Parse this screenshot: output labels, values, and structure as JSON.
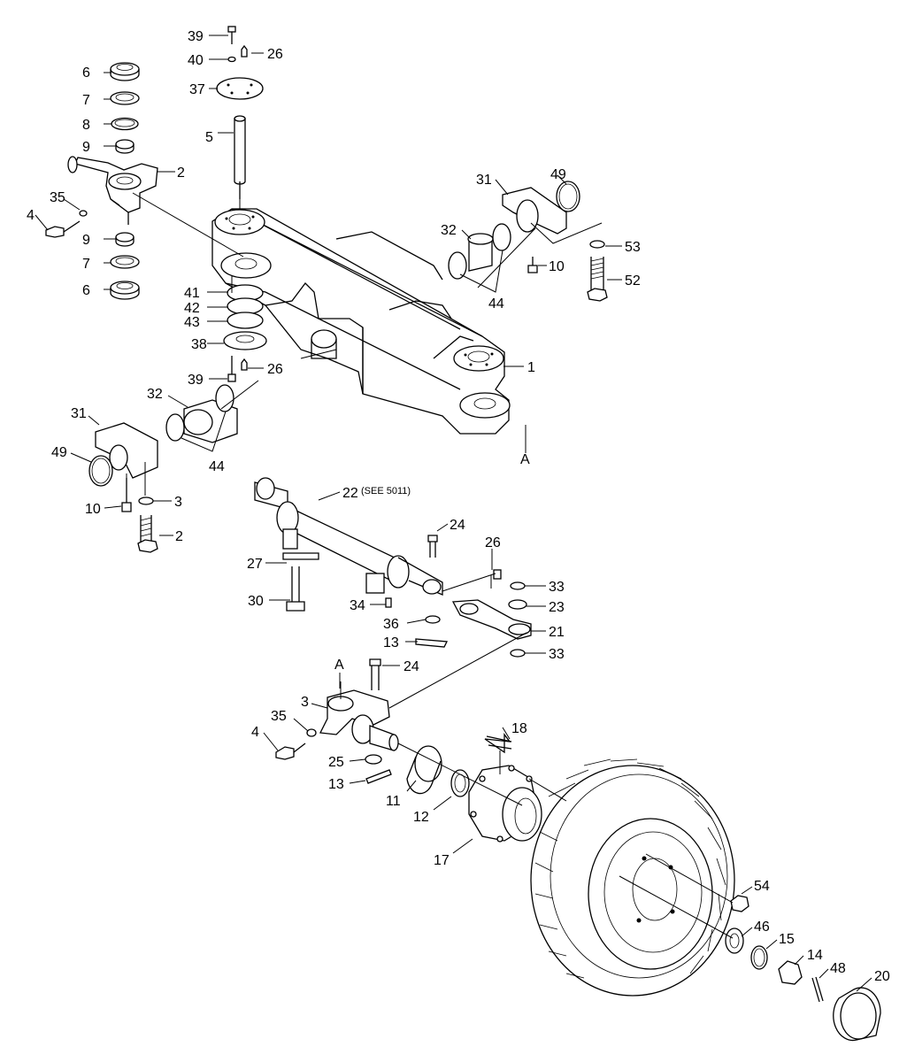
{
  "labels": [
    {
      "id": "l39a",
      "text": "39"
    },
    {
      "id": "l40",
      "text": "40"
    },
    {
      "id": "l26a",
      "text": "26"
    },
    {
      "id": "l37",
      "text": "37"
    },
    {
      "id": "l5",
      "text": "5"
    },
    {
      "id": "l6a",
      "text": "6"
    },
    {
      "id": "l7a",
      "text": "7"
    },
    {
      "id": "l8",
      "text": "8"
    },
    {
      "id": "l9a",
      "text": "9"
    },
    {
      "id": "l2a",
      "text": "2"
    },
    {
      "id": "l35a",
      "text": "35"
    },
    {
      "id": "l4a",
      "text": "4"
    },
    {
      "id": "l9b",
      "text": "9"
    },
    {
      "id": "l7b",
      "text": "7"
    },
    {
      "id": "l6b",
      "text": "6"
    },
    {
      "id": "l31a",
      "text": "31"
    },
    {
      "id": "l49a",
      "text": "49"
    },
    {
      "id": "l32a",
      "text": "32"
    },
    {
      "id": "l53",
      "text": "53"
    },
    {
      "id": "l10a",
      "text": "10"
    },
    {
      "id": "l52",
      "text": "52"
    },
    {
      "id": "l44a",
      "text": "44"
    },
    {
      "id": "l41",
      "text": "41"
    },
    {
      "id": "l42",
      "text": "42"
    },
    {
      "id": "l43",
      "text": "43"
    },
    {
      "id": "l38",
      "text": "38"
    },
    {
      "id": "l39b",
      "text": "39"
    },
    {
      "id": "l26b",
      "text": "26"
    },
    {
      "id": "l1",
      "text": "1"
    },
    {
      "id": "lA1",
      "text": "A"
    },
    {
      "id": "l32b",
      "text": "32"
    },
    {
      "id": "l31b",
      "text": "31"
    },
    {
      "id": "l49b",
      "text": "49"
    },
    {
      "id": "l44b",
      "text": "44"
    },
    {
      "id": "l10b",
      "text": "10"
    },
    {
      "id": "l3a",
      "text": "3"
    },
    {
      "id": "l2b",
      "text": "2"
    },
    {
      "id": "l22",
      "text": "22"
    },
    {
      "id": "l24a",
      "text": "24"
    },
    {
      "id": "l26c",
      "text": "26"
    },
    {
      "id": "l27",
      "text": "27"
    },
    {
      "id": "l33a",
      "text": "33"
    },
    {
      "id": "l23",
      "text": "23"
    },
    {
      "id": "l30",
      "text": "30"
    },
    {
      "id": "l34",
      "text": "34"
    },
    {
      "id": "l36",
      "text": "36"
    },
    {
      "id": "l21",
      "text": "21"
    },
    {
      "id": "l13a",
      "text": "13"
    },
    {
      "id": "l33b",
      "text": "33"
    },
    {
      "id": "lA2",
      "text": "A"
    },
    {
      "id": "l24b",
      "text": "24"
    },
    {
      "id": "l3b",
      "text": "3"
    },
    {
      "id": "l35b",
      "text": "35"
    },
    {
      "id": "l4b",
      "text": "4"
    },
    {
      "id": "l18",
      "text": "18"
    },
    {
      "id": "l25",
      "text": "25"
    },
    {
      "id": "l13b",
      "text": "13"
    },
    {
      "id": "l11",
      "text": "11"
    },
    {
      "id": "l12",
      "text": "12"
    },
    {
      "id": "l17",
      "text": "17"
    },
    {
      "id": "l54",
      "text": "54"
    },
    {
      "id": "l46",
      "text": "46"
    },
    {
      "id": "l15",
      "text": "15"
    },
    {
      "id": "l14",
      "text": "14"
    },
    {
      "id": "l48",
      "text": "48"
    },
    {
      "id": "l20",
      "text": "20"
    }
  ],
  "note": "(SEE 5011)"
}
